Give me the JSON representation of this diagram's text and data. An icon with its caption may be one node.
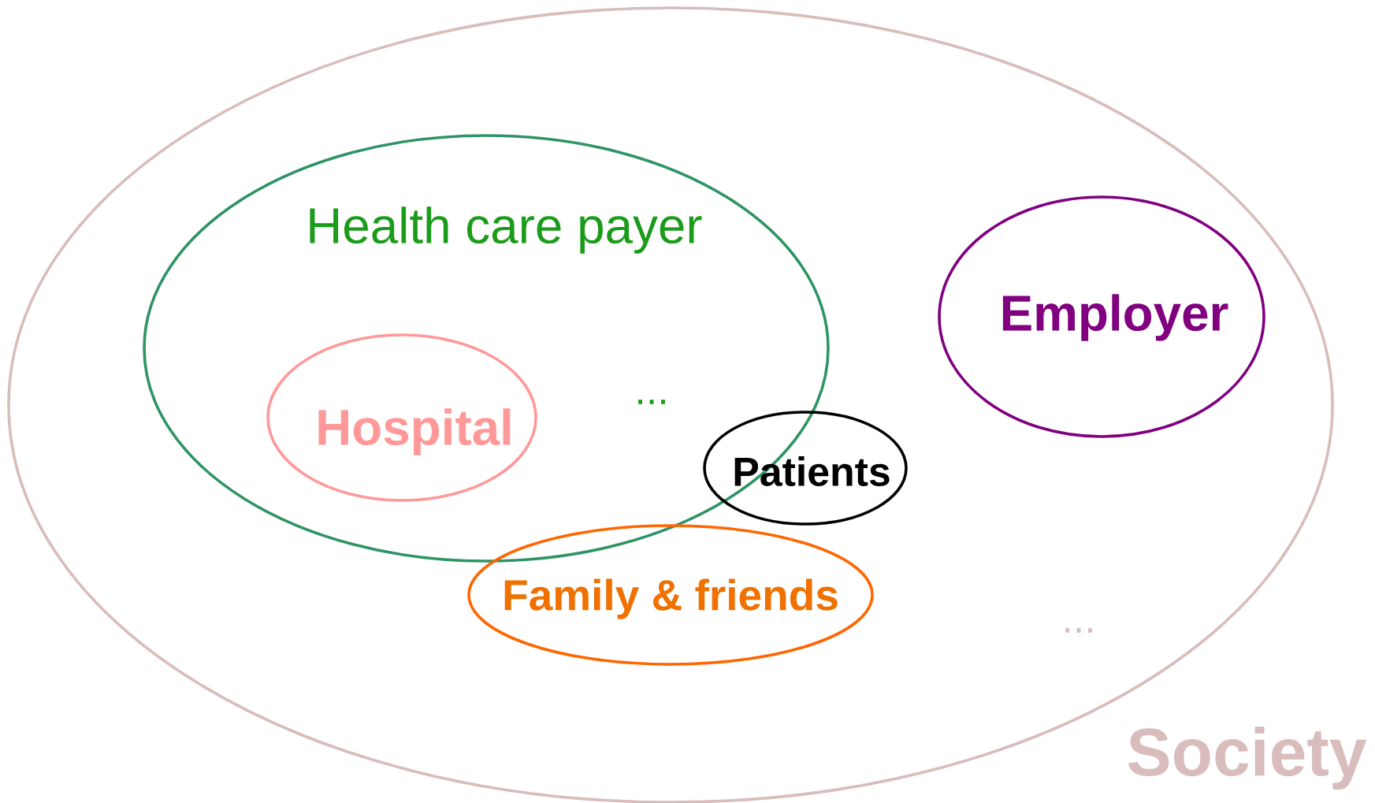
{
  "diagram": {
    "nodes": [
      {
        "text": [
          "Society"
        ]
      },
      {
        "text": [
          "Health care payer"
        ],
        "in": 0
      },
      {
        "text": [
          "Hospital"
        ],
        "in": 1
      },
      {
        "text": [
          "Patients"
        ],
        "in": 0
      },
      {
        "text": [
          "Family & friends"
        ],
        "in": 0
      },
      {
        "text": [
          "Employer"
        ],
        "in": 0
      }
    ],
    "labels": [
      "...",
      "..."
    ]
  }
}
